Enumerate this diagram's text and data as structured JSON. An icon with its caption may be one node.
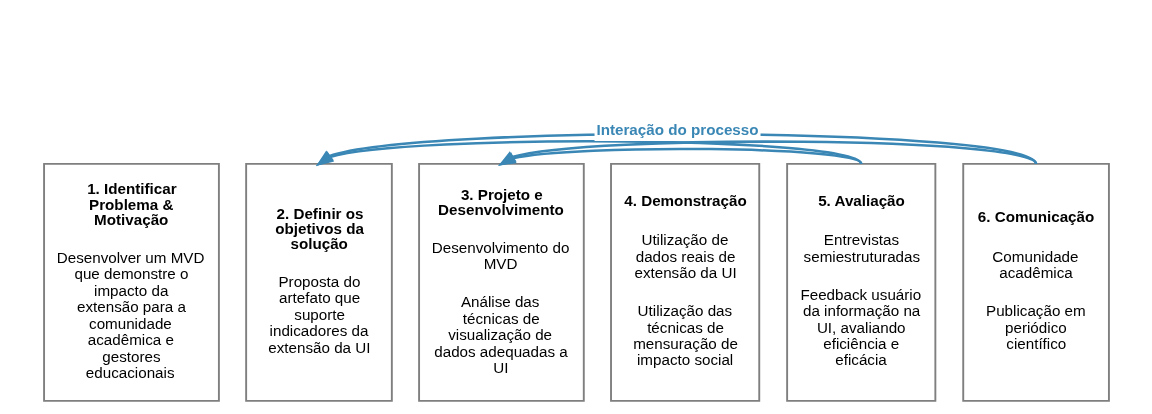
{
  "diagram": {
    "nodes": [
      {
        "text": [
          "1. Identificar Problema & Motivação",
          "Desenvolver um MVD que demonstre o impacto da extensão para a comunidade acadêmica e gestores educacionais"
        ]
      },
      {
        "text": [
          "2. Definir os objetivos da solução",
          "Proposta do artefato que suporte indicadores da extensão da UI"
        ]
      },
      {
        "text": [
          "3. Projeto e Desenvolvimento",
          "Desenvolvimento do MVD",
          "Análise das técnicas de visualização de dados adequadas a UI"
        ]
      },
      {
        "text": [
          "4. Demonstração",
          "Utilização de dados reais de extensão da UI",
          "Utilização das técnicas de mensuração de impacto social"
        ]
      },
      {
        "text": [
          "5. Avaliação",
          "Entrevistas semiestruturadas",
          "Feedback usuário da informação na UI, avaliando eficiência e eficácia"
        ]
      },
      {
        "text": [
          "6. Comunicação",
          "Comunidade acadêmica",
          "Publicação em periódico científico"
        ]
      }
    ],
    "edges": [
      {
        "from": 5,
        "to": 1,
        "arrow": "to",
        "label": "Interação do processo"
      },
      {
        "from": 5,
        "to": 2,
        "arrow": "to"
      },
      {
        "from": 4,
        "to": 1,
        "arrow": "to"
      },
      {
        "from": 4,
        "to": 2,
        "arrow": "to"
      }
    ]
  }
}
